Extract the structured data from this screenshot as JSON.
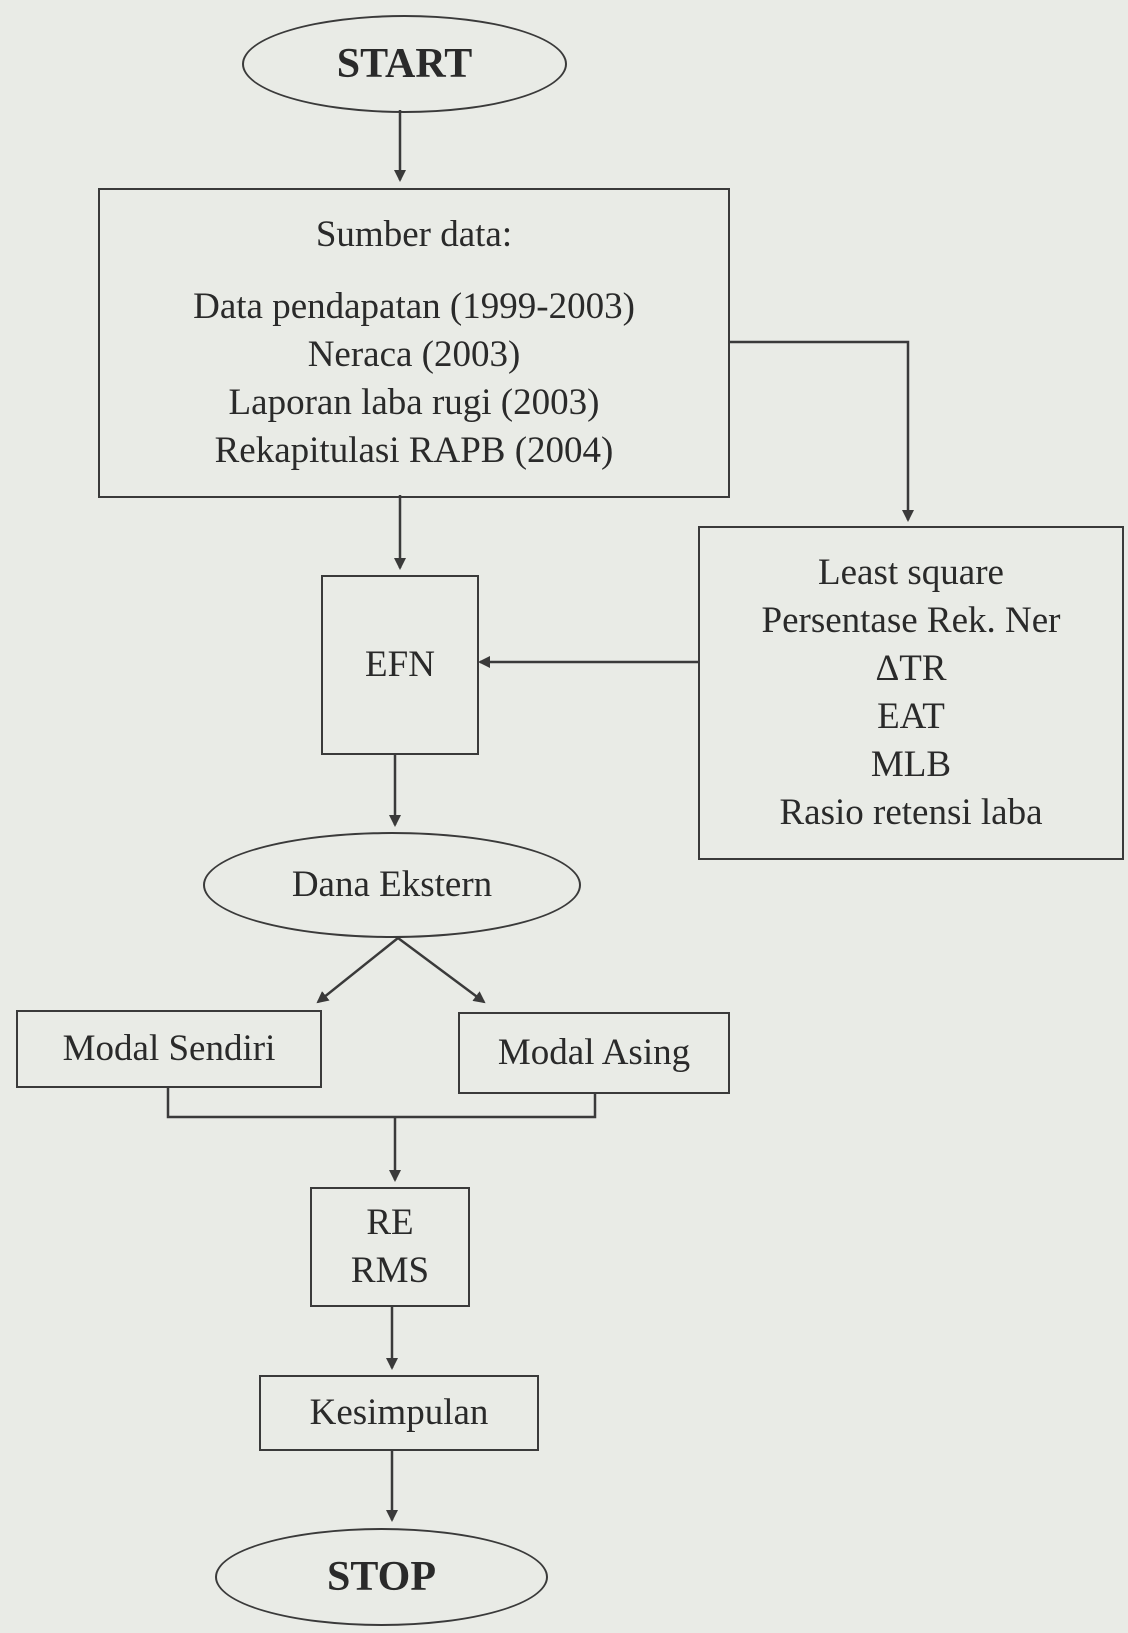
{
  "flowchart": {
    "start": "START",
    "data_sources": {
      "title": "Sumber data:",
      "items": [
        "Data pendapatan (1999-2003)",
        "Neraca (2003)",
        "Laporan laba rugi (2003)",
        "Rekapitulasi RAPB (2004)"
      ]
    },
    "analysis": {
      "items": [
        "Least square",
        "Persentase Rek. Ner",
        "ΔTR",
        "EAT",
        "MLB",
        "Rasio retensi laba"
      ]
    },
    "efn": "EFN",
    "external_funds": "Dana Ekstern",
    "own_capital": "Modal Sendiri",
    "foreign_capital": "Modal Asing",
    "ratios": [
      "RE",
      "RMS"
    ],
    "conclusion": "Kesimpulan",
    "stop": "STOP"
  }
}
